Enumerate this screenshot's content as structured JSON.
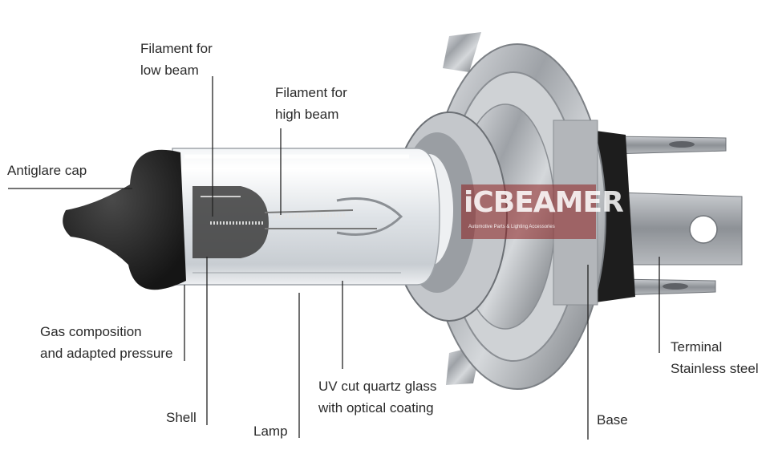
{
  "labels": {
    "filament_low": [
      "Filament for",
      "low beam"
    ],
    "filament_high": [
      "Filament for",
      "high beam"
    ],
    "antiglare_cap": "Antiglare cap",
    "gas": [
      "Gas composition",
      "and adapted pressure"
    ],
    "shell": "Shell",
    "lamp": "Lamp",
    "uv_glass": [
      "UV cut quartz glass",
      "with optical coating"
    ],
    "base": "Base",
    "terminal": [
      "Terminal",
      "Stainless steel"
    ]
  },
  "watermark": {
    "title": "iCBEAMER",
    "subtitle": "Automotive Parts & Lighting Accessories"
  },
  "colors": {
    "text": "#2a2a2a",
    "leader": "#222222",
    "cap": "#2b2b2b",
    "metal": "#b9bcc0",
    "watermark_bg": "#8c1f1f"
  }
}
